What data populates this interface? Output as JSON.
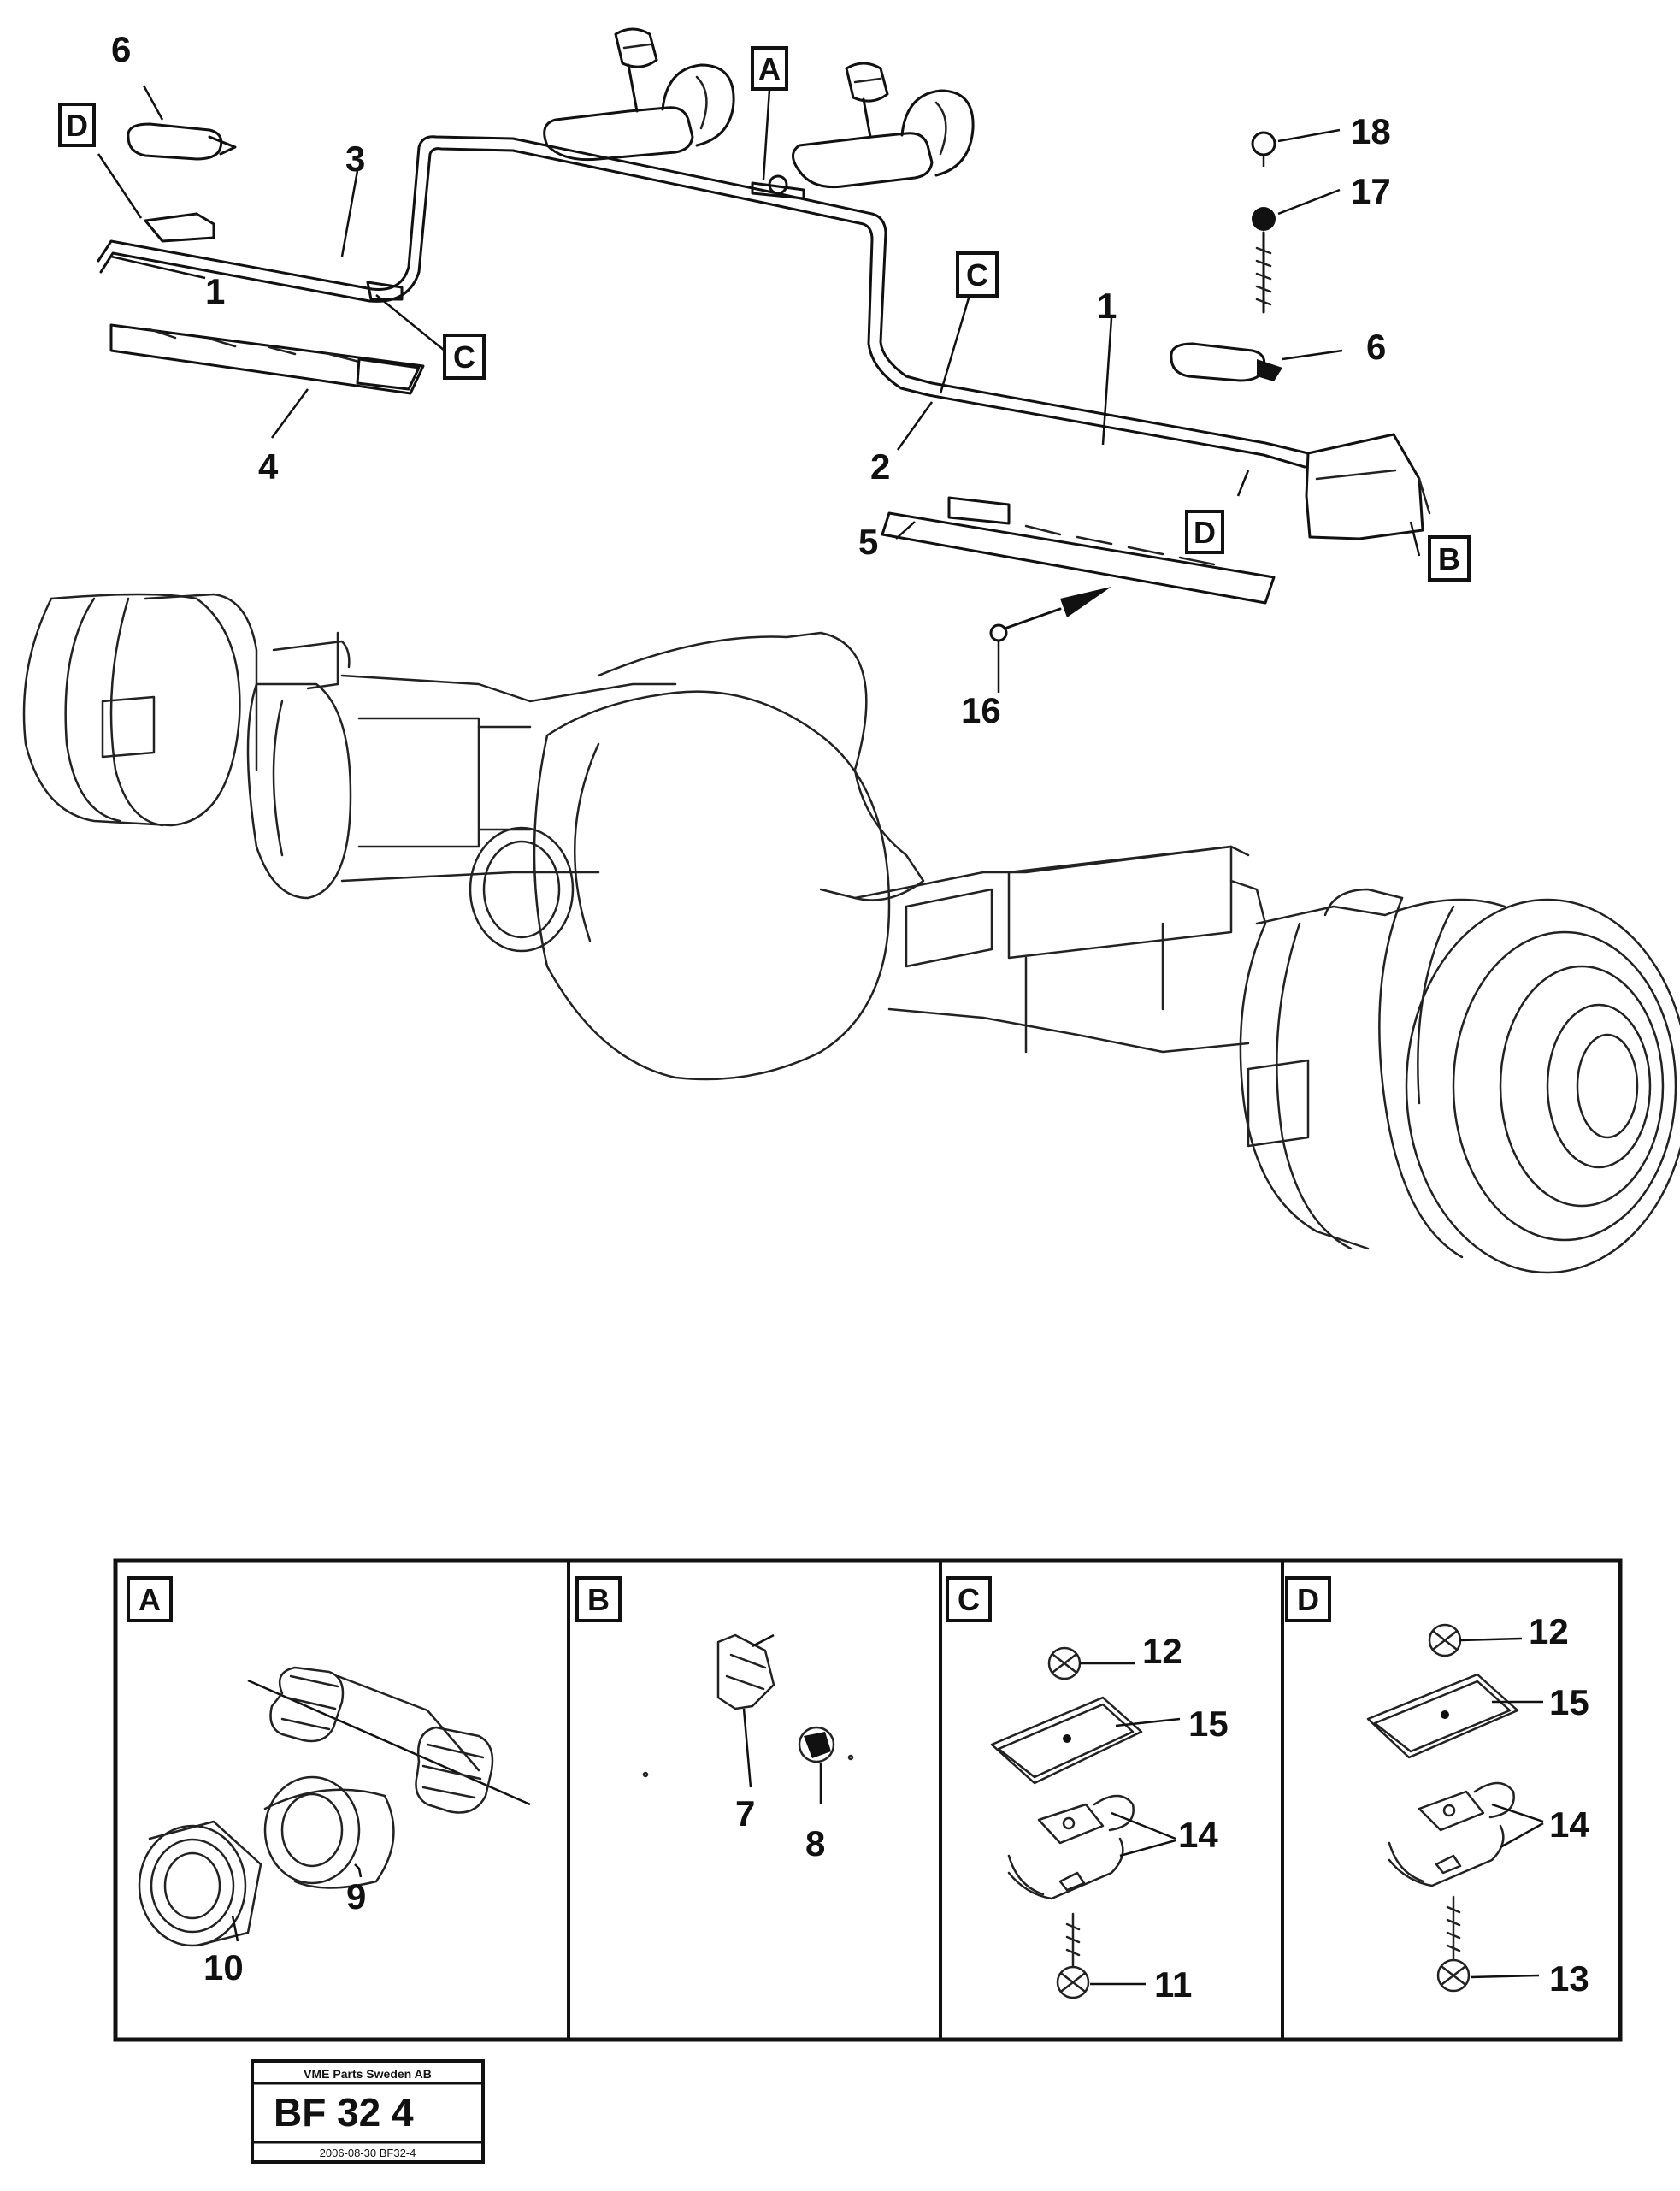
{
  "callouts": {
    "c1a": "1",
    "c1b": "1",
    "c2": "2",
    "c3": "3",
    "c4": "4",
    "c5": "5",
    "c6a": "6",
    "c6b": "6",
    "c7": "7",
    "c8": "8",
    "c9": "9",
    "c10": "10",
    "c11": "11",
    "c12c": "12",
    "c12d": "12",
    "c13": "13",
    "c14c": "14",
    "c14d": "14",
    "c15c": "15",
    "c15d": "15",
    "c16": "16",
    "c17": "17",
    "c18": "18"
  },
  "ref_boxes": {
    "a_top": "A",
    "b_right": "B",
    "c_left": "C",
    "c_mid": "C",
    "d_left": "D",
    "d_right": "D"
  },
  "detail_panels": {
    "a": "A",
    "b": "B",
    "c": "C",
    "d": "D"
  },
  "stamp": {
    "header": "VME Parts Sweden AB",
    "code": "BF 32 4",
    "footer": "2006-08-30 BF32-4"
  }
}
